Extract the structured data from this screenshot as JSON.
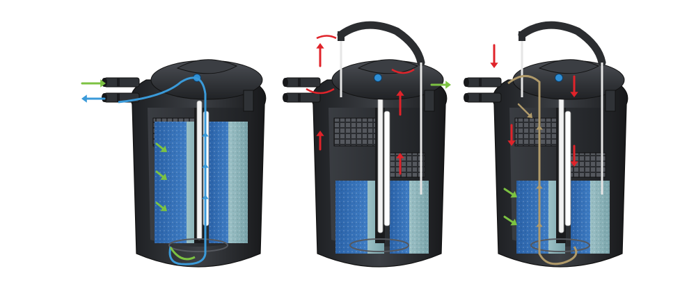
{
  "figure": {
    "panels": [
      {
        "id": "panel-1",
        "mode": "filtering",
        "flow_color": "#3a9ad9",
        "inlet_color": "#7cc242",
        "outlet_color": "#3a9ad9"
      },
      {
        "id": "panel-2",
        "mode": "cleaning-handle-pulled",
        "flow_color": "#e0232a"
      },
      {
        "id": "panel-3",
        "mode": "backwash",
        "flow_color": "#b09a6a",
        "push_color": "#e0232a",
        "inlet_color": "#7cc242"
      }
    ],
    "colors": {
      "housing": "#2b2d30",
      "housing_light": "#4a4d52",
      "sponge_light": "#8fb7bd",
      "sponge_blue": "#2e6bb0",
      "uv_tube": "#f2f2f2",
      "button_blue": "#2f8fd6"
    }
  }
}
